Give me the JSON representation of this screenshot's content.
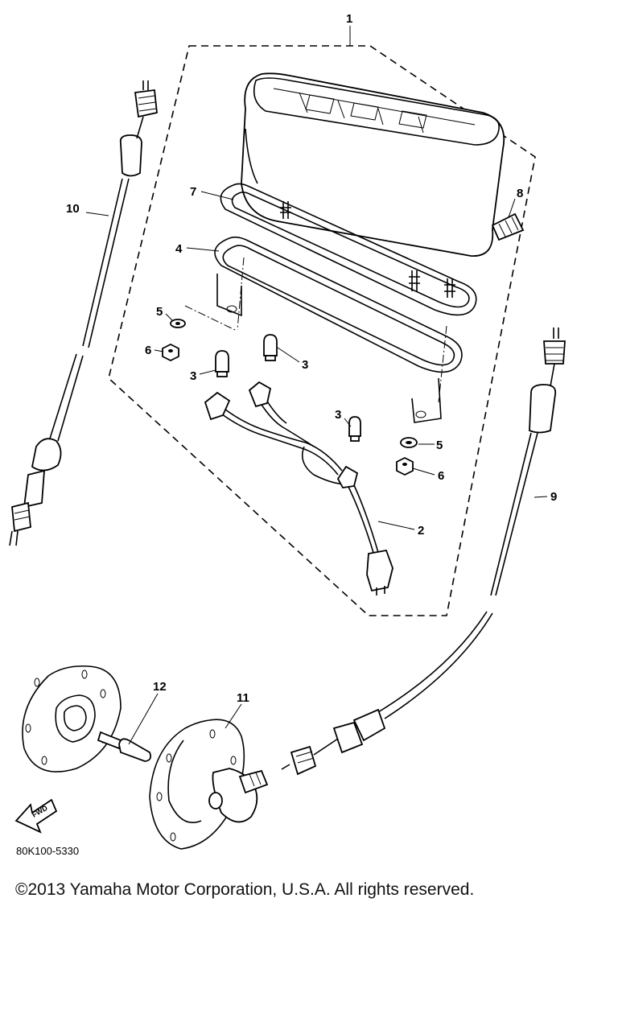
{
  "diagram": {
    "callouts": {
      "c1": "1",
      "c2": "2",
      "c3a": "3",
      "c3b": "3",
      "c3c": "3",
      "c4": "4",
      "c5a": "5",
      "c5b": "5",
      "c6a": "6",
      "c6b": "6",
      "c7": "7",
      "c8": "8",
      "c9": "9",
      "c10": "10",
      "c11": "11",
      "c12": "12"
    },
    "fwd_label": "FWD",
    "part_code": "80K100-5330"
  },
  "copyright": "©2013 Yamaha Motor Corporation, U.S.A. All rights reserved."
}
